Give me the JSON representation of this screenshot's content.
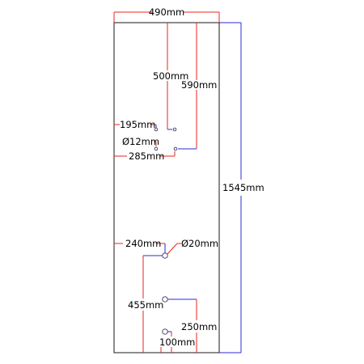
{
  "colors": {
    "outline": "#1a1a1a",
    "dim_red": "#e8251f",
    "dim_blue": "#2b2bd6",
    "hole": "#3a3a5a"
  },
  "labels": {
    "overall_width": "490mm",
    "drill_500": "500mm",
    "drill_590": "590mm",
    "offset_195": "195mm",
    "hole_dia_12": "Ø12mm",
    "offset_285": "285mm",
    "overall_height": "1545mm",
    "offset_240": "240mm",
    "hole_dia_20": "Ø20mm",
    "height_455": "455mm",
    "height_250": "250mm",
    "height_100": "100mm"
  }
}
